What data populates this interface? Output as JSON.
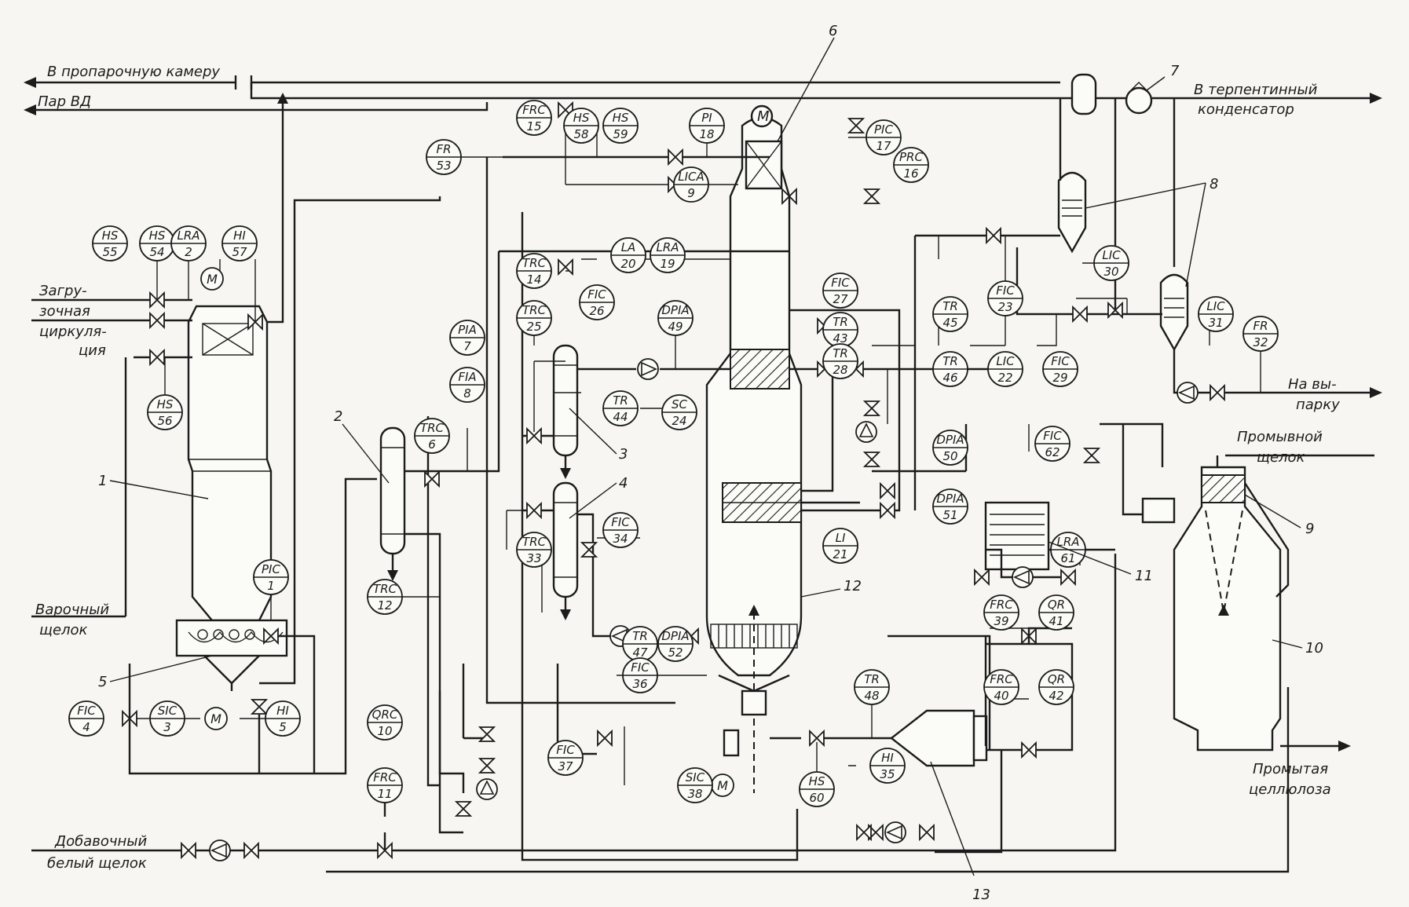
{
  "streams": {
    "steam_chamber": "В пропарочную камеру",
    "hp_steam": "Пар ВД",
    "loading_1": "Загру-",
    "loading_2": "зочная",
    "loading_3": "циркуля-",
    "loading_4": "ция",
    "cooking_liquor_1": "Варочный",
    "cooking_liquor_2": "щелок",
    "white_liquor_1": "Добавочный",
    "white_liquor_2": "белый щелок",
    "turpentine_1": "В терпентинный",
    "turpentine_2": "конденсатор",
    "evap_1": "На вы-",
    "evap_2": "парку",
    "wash_liquor_1": "Промывной",
    "wash_liquor_2": "щелок",
    "washed_pulp_1": "Промытая",
    "washed_pulp_2": "целлюлоза"
  },
  "equipment_numbers": [
    "1",
    "2",
    "3",
    "4",
    "5",
    "6",
    "7",
    "8",
    "9",
    "10",
    "11",
    "12",
    "13"
  ],
  "instruments": [
    {
      "top": "HS",
      "bot": "55"
    },
    {
      "top": "HS",
      "bot": "54"
    },
    {
      "top": "LRA",
      "bot": "2"
    },
    {
      "top": "HI",
      "bot": "57"
    },
    {
      "top": "HS",
      "bot": "56"
    },
    {
      "top": "PIC",
      "bot": "1"
    },
    {
      "top": "FIC",
      "bot": "4"
    },
    {
      "top": "SIC",
      "bot": "3"
    },
    {
      "top": "HI",
      "bot": "5"
    },
    {
      "top": "FR",
      "bot": "53"
    },
    {
      "top": "FRC",
      "bot": "15"
    },
    {
      "top": "HS",
      "bot": "58"
    },
    {
      "top": "HS",
      "bot": "59"
    },
    {
      "top": "PI",
      "bot": "18"
    },
    {
      "top": "PIC",
      "bot": "17"
    },
    {
      "top": "PRC",
      "bot": "16"
    },
    {
      "top": "LICA",
      "bot": "9"
    },
    {
      "top": "LA",
      "bot": "20"
    },
    {
      "top": "LRA",
      "bot": "19"
    },
    {
      "top": "TRC",
      "bot": "14"
    },
    {
      "top": "FIC",
      "bot": "26"
    },
    {
      "top": "TRC",
      "bot": "25"
    },
    {
      "top": "DPIA",
      "bot": "49"
    },
    {
      "top": "PIA",
      "bot": "7"
    },
    {
      "top": "FIA",
      "bot": "8"
    },
    {
      "top": "TR",
      "bot": "44"
    },
    {
      "top": "SC",
      "bot": "24"
    },
    {
      "top": "TRC",
      "bot": "6"
    },
    {
      "top": "TRC",
      "bot": "33"
    },
    {
      "top": "FIC",
      "bot": "34"
    },
    {
      "top": "TRC",
      "bot": "12"
    },
    {
      "top": "QRC",
      "bot": "10"
    },
    {
      "top": "FRC",
      "bot": "11"
    },
    {
      "top": "TR",
      "bot": "47"
    },
    {
      "top": "DPIA",
      "bot": "52"
    },
    {
      "top": "FIC",
      "bot": "36"
    },
    {
      "top": "FIC",
      "bot": "37"
    },
    {
      "top": "SIC",
      "bot": "38"
    },
    {
      "top": "HS",
      "bot": "60"
    },
    {
      "top": "HI",
      "bot": "35"
    },
    {
      "top": "TR",
      "bot": "48"
    },
    {
      "top": "FIC",
      "bot": "27"
    },
    {
      "top": "TR",
      "bot": "43"
    },
    {
      "top": "TR",
      "bot": "28"
    },
    {
      "top": "DPIA",
      "bot": "50"
    },
    {
      "top": "DPIA",
      "bot": "51"
    },
    {
      "top": "LI",
      "bot": "21"
    },
    {
      "top": "TR",
      "bot": "45"
    },
    {
      "top": "TR",
      "bot": "46"
    },
    {
      "top": "FIC",
      "bot": "23"
    },
    {
      "top": "LIC",
      "bot": "22"
    },
    {
      "top": "FIC",
      "bot": "29"
    },
    {
      "top": "LIC",
      "bot": "30"
    },
    {
      "top": "LIC",
      "bot": "31"
    },
    {
      "top": "FR",
      "bot": "32"
    },
    {
      "top": "FIC",
      "bot": "62"
    },
    {
      "top": "LRA",
      "bot": "61"
    },
    {
      "top": "FRC",
      "bot": "39"
    },
    {
      "top": "QR",
      "bot": "41"
    },
    {
      "top": "FRC",
      "bot": "40"
    },
    {
      "top": "QR",
      "bot": "42"
    }
  ],
  "motor_label": "M"
}
